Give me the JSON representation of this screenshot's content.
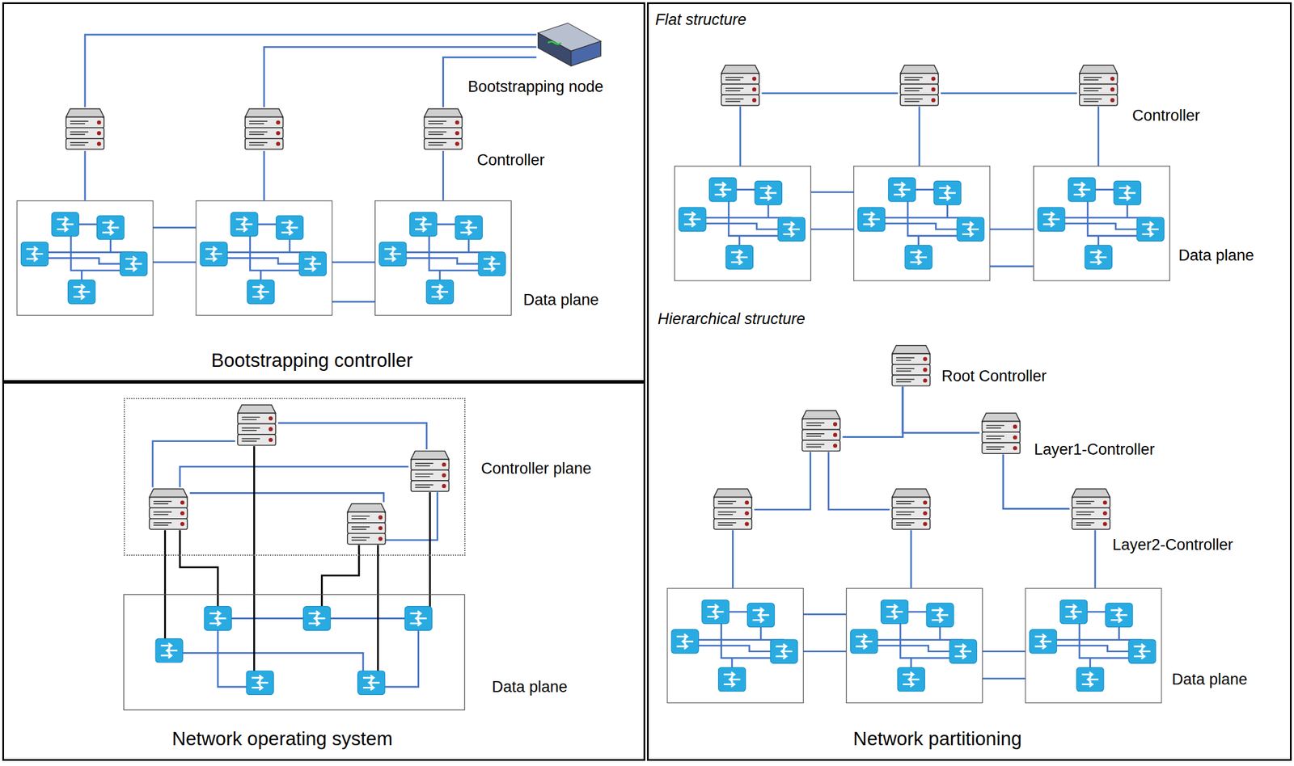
{
  "diagram": {
    "nodes": [
      {
        "text": [
          "Bootstrapping controller"
        ]
      },
      {
        "text": [
          "Bootstrapping node"
        ],
        "in": 0
      },
      {
        "text": [
          "Controller"
        ],
        "in": 0
      },
      {
        "text": [
          "Network operating system"
        ]
      },
      {
        "text": [
          "Controller plane"
        ],
        "in": 3
      },
      {
        "text": [
          "Data plane"
        ],
        "in": 3
      },
      {
        "text": [
          "Network partitioning"
        ]
      },
      {
        "text": [
          "Controller"
        ],
        "in": 6
      },
      {
        "text": [
          "Root Controller"
        ],
        "in": 6
      },
      {
        "text": [
          "Layer1-Controller"
        ],
        "in": 6
      },
      {
        "text": [
          "Layer2-Controller"
        ],
        "in": 6
      }
    ],
    "edges": [
      {
        "from": 1,
        "to": 2,
        "arrow": "none"
      },
      {
        "from": 8,
        "to": 9,
        "arrow": "none"
      },
      {
        "from": 9,
        "to": 10,
        "arrow": "none"
      }
    ],
    "labels": [
      "Data plane",
      "Flat structure",
      "Data plane",
      "Hierarchical structure",
      "Data plane"
    ]
  }
}
